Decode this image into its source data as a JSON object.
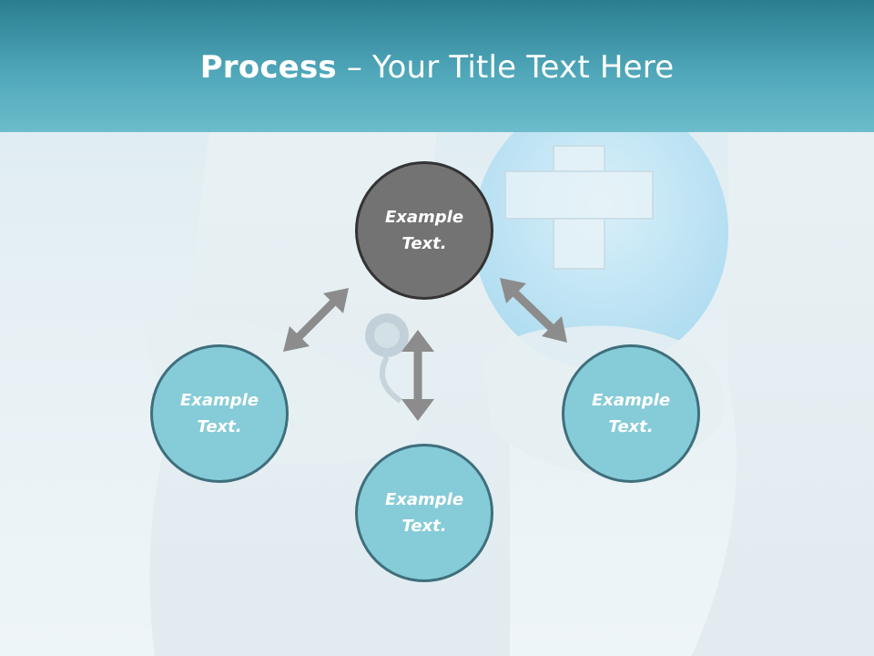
{
  "title": {
    "bold": "Process",
    "rest": " – Your Title Text Here"
  },
  "nodes": {
    "top": "Example\nText.",
    "left": "Example\nText.",
    "bottom": "Example\nText.",
    "right": "Example\nText."
  },
  "colors": {
    "header": "#3e97aa",
    "center_fill": "#737373",
    "center_border": "#333333",
    "outer_fill": "#86cbd8",
    "outer_border": "#3f6f7c",
    "arrow": "#8c8c8c"
  },
  "icons": {
    "arrow": "double-headed-arrow",
    "background": "doctor-holding-medical-cross-photo"
  }
}
